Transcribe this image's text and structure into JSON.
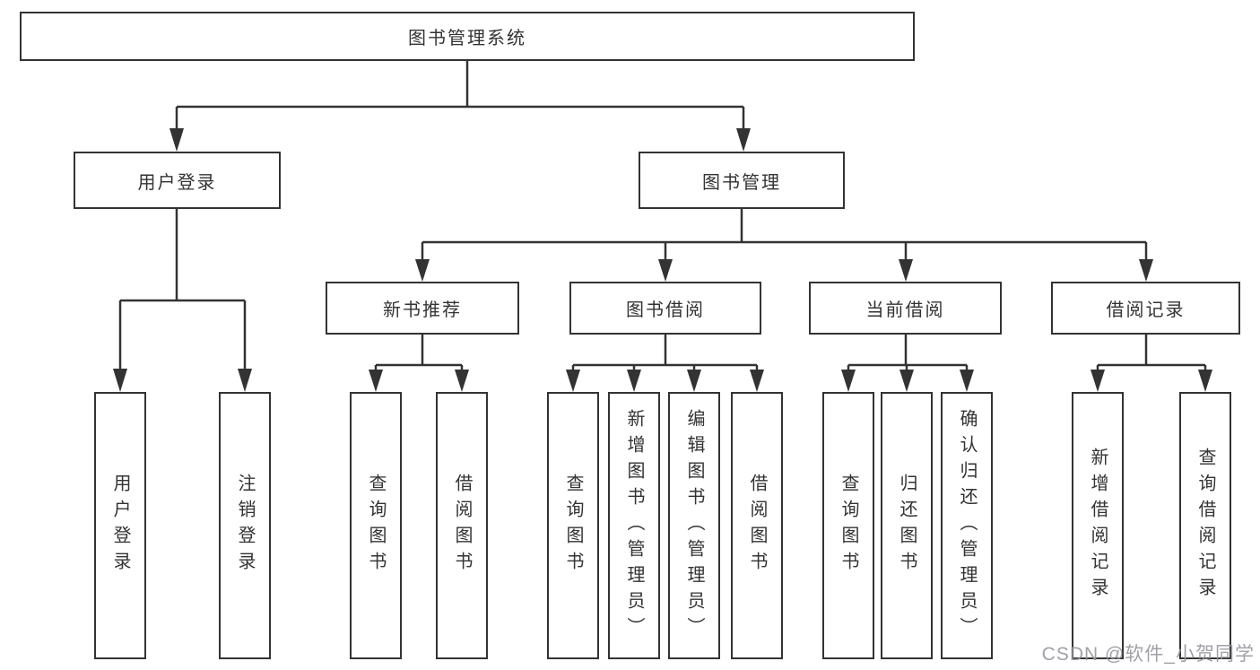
{
  "tree": {
    "root": {
      "label": "图书管理系统"
    },
    "branches": [
      {
        "label": "用户登录",
        "children": [
          {
            "label": "用户登录"
          },
          {
            "label": "注销登录"
          }
        ]
      },
      {
        "label": "图书管理",
        "children": [
          {
            "label": "新书推荐",
            "children": [
              {
                "label": "查询图书"
              },
              {
                "label": "借阅图书"
              }
            ]
          },
          {
            "label": "图书借阅",
            "children": [
              {
                "label": "查询图书"
              },
              {
                "label": "新增图书（管理员）"
              },
              {
                "label": "编辑图书（管理员）"
              },
              {
                "label": "借阅图书"
              }
            ]
          },
          {
            "label": "当前借阅",
            "children": [
              {
                "label": "查询图书"
              },
              {
                "label": "归还图书"
              },
              {
                "label": "确认归还（管理员）"
              }
            ]
          },
          {
            "label": "借阅记录",
            "children": [
              {
                "label": "新增借阅记录"
              },
              {
                "label": "查询借阅记录"
              }
            ]
          }
        ]
      }
    ]
  },
  "watermark": "CSDN @软件_小贺同学",
  "colors": {
    "line": "#333333",
    "text": "#333333",
    "background": "#ffffff",
    "watermark": "#96969e"
  }
}
